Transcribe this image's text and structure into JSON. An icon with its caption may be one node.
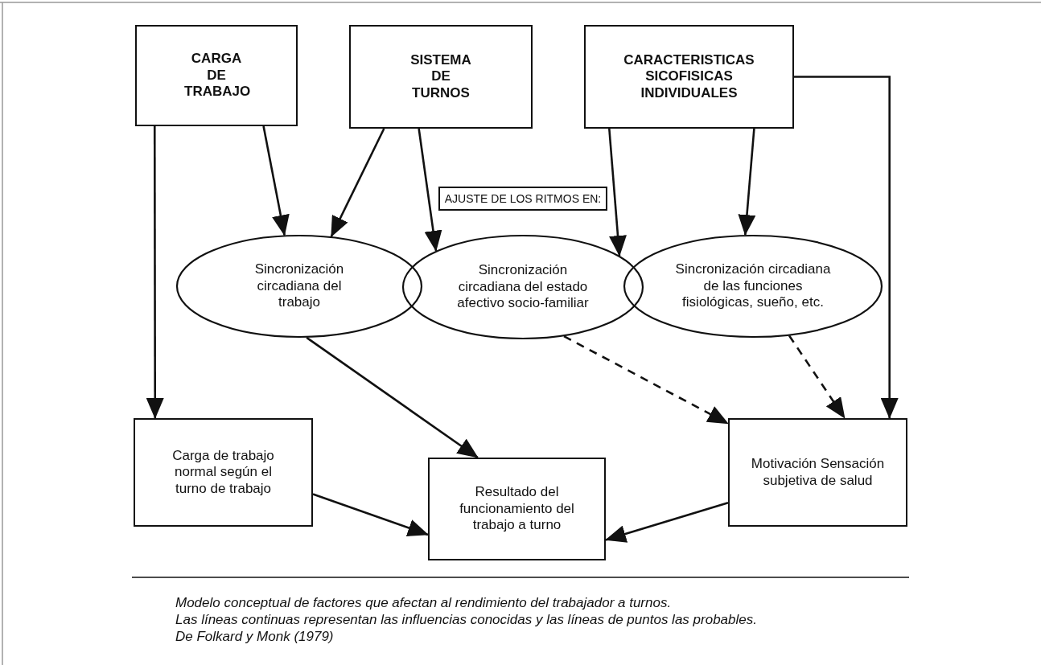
{
  "diagram": {
    "caption": "Modelo conceptual de factores que afectan al rendimiento del trabajador a turnos.",
    "nodes": [
      {
        "text": [
          "CARGA DE TRABAJO"
        ]
      },
      {
        "text": [
          "SISTEMA DE TURNOS"
        ]
      },
      {
        "text": [
          "CARACTERISTICAS SICOFISICAS INDIVIDUALES"
        ]
      },
      {
        "text": [
          "AJUSTE DE LOS RITMOS EN:"
        ]
      },
      {
        "text": [
          "Sincronización circadiana del trabajo"
        ]
      },
      {
        "text": [
          "Sincronización circadiana del estado afectivo socio-familiar"
        ]
      },
      {
        "text": [
          "Sincronización circadiana de las funciones fisiológicas, sueño, etc."
        ]
      },
      {
        "text": [
          "Carga de trabajo normal según el turno de trabajo"
        ]
      },
      {
        "text": [
          "Resultado del funcionamiento del trabajo a turno"
        ]
      },
      {
        "text": [
          "Motivación Sensación subjetiva de salud"
        ]
      }
    ],
    "edges": [
      {
        "from": 0,
        "to": 7,
        "arrow": "to"
      },
      {
        "from": 0,
        "to": 4,
        "arrow": "to"
      },
      {
        "from": 1,
        "to": 4,
        "arrow": "to"
      },
      {
        "from": 1,
        "to": 5,
        "arrow": "to"
      },
      {
        "from": 2,
        "to": 5,
        "arrow": "to"
      },
      {
        "from": 2,
        "to": 6,
        "arrow": "to"
      },
      {
        "from": 2,
        "to": 9,
        "arrow": "to"
      },
      {
        "from": 4,
        "to": 8,
        "arrow": "to"
      },
      {
        "from": 5,
        "to": 9,
        "arrow": "to",
        "style": "dashed"
      },
      {
        "from": 6,
        "to": 9,
        "arrow": "to",
        "style": "dashed"
      },
      {
        "from": 7,
        "to": 8,
        "arrow": "to"
      },
      {
        "from": 9,
        "to": 8,
        "arrow": "to"
      }
    ],
    "labels": [
      "Las líneas continuas representan las influencias conocidas y las líneas de puntos las probables.",
      "De Folkard y Monk (1979)"
    ]
  }
}
